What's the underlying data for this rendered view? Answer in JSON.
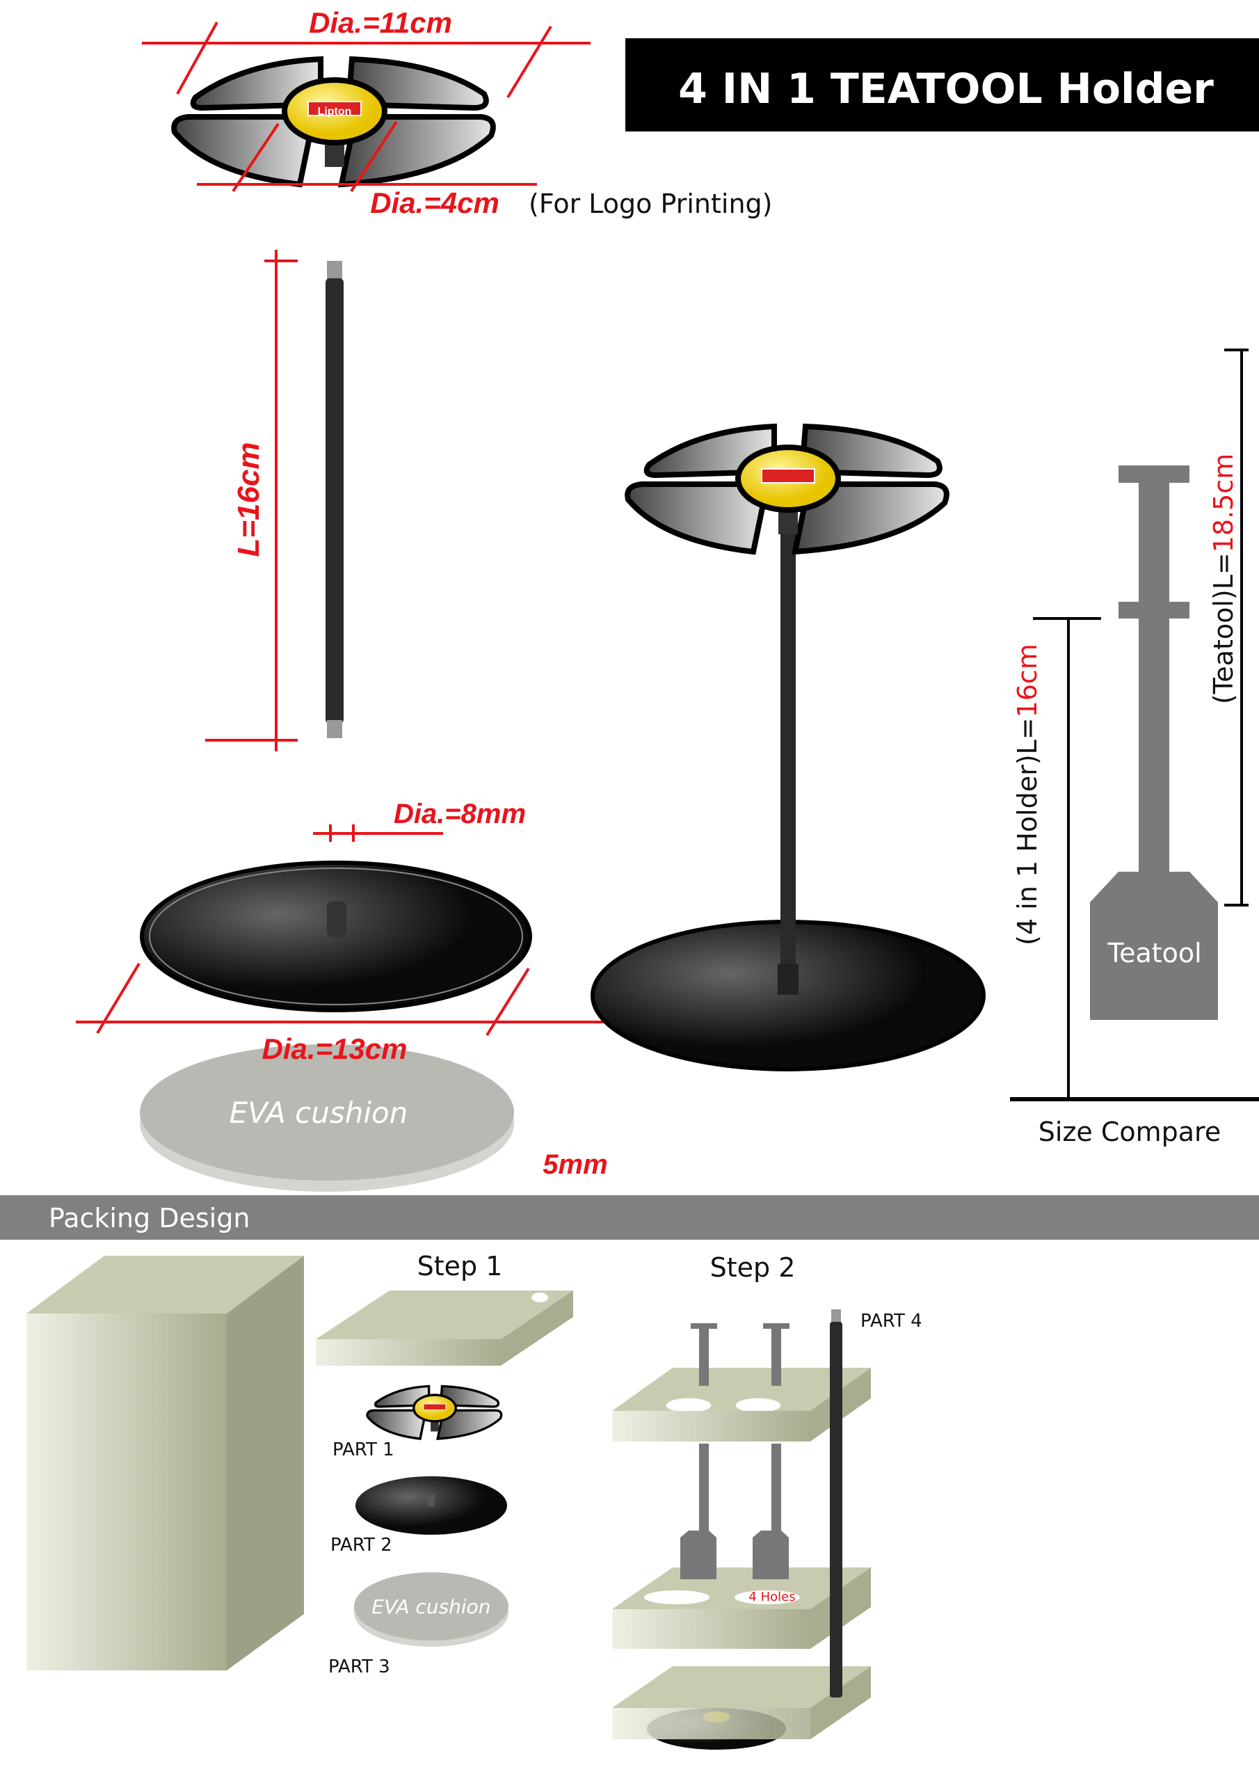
{
  "title": "4 IN 1 TEATOOL Holder",
  "top_part": {
    "diameter_label": "Dia.=11cm",
    "logo_diameter_label": "Dia.=4cm",
    "logo_note": "(For Logo Printing)",
    "logo_text": "Lipton"
  },
  "rod": {
    "length_label": "L=16cm"
  },
  "base": {
    "hole_label": "Dia.=8mm",
    "diameter_label": "Dia.=13cm"
  },
  "cushion": {
    "label": "EVA cushion",
    "thickness_label": "5mm"
  },
  "size_compare": {
    "holder_label_prefix": "(4 in 1 Holder)L=",
    "holder_label_value": "16cm",
    "teatool_label_prefix": "(Teatool)L=",
    "teatool_label_value": "18.5cm",
    "teatool_name": "Teatool",
    "caption": "Size Compare"
  },
  "packing": {
    "section_title": "Packing Design",
    "step1": "Step 1",
    "step2": "Step 2",
    "part1": "PART 1",
    "part2": "PART 2",
    "part3": "PART 3",
    "part4": "PART 4",
    "eva_label": "EVA cushion",
    "holes_label": "4 Holes"
  },
  "colors": {
    "dimension": "#e8141b",
    "packing_board": "#c9cbb0",
    "band": "#808080",
    "teatool": "#7a7a7a"
  }
}
